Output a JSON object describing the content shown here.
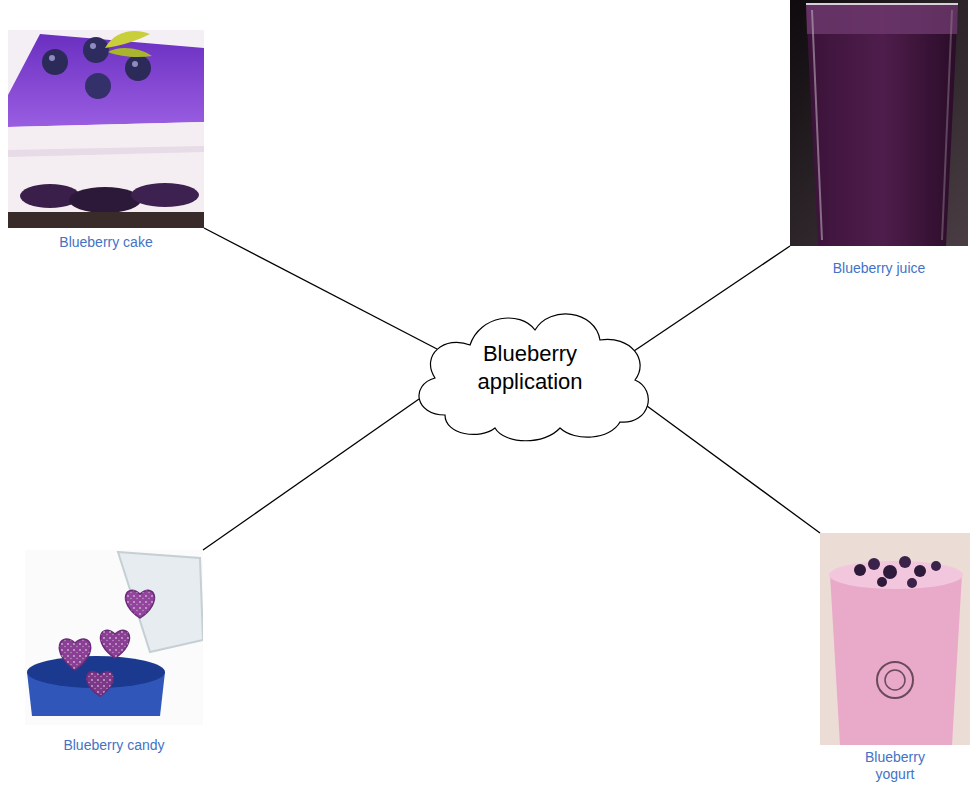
{
  "diagram": {
    "nodes": [
      {
        "text": [
          "Blueberry cake"
        ]
      },
      {
        "text": [
          "Blueberry juice"
        ]
      },
      {
        "text": [
          "Blueberry application"
        ]
      },
      {
        "text": [
          "Blueberry candy"
        ]
      },
      {
        "text": [
          "Blueberry yogurt"
        ]
      }
    ],
    "edges": [
      {
        "from": 2,
        "to": 0,
        "arrow": "none"
      },
      {
        "from": 2,
        "to": 1,
        "arrow": "none"
      },
      {
        "from": 2,
        "to": 3,
        "arrow": "none"
      },
      {
        "from": 2,
        "to": 4,
        "arrow": "none"
      }
    ]
  }
}
